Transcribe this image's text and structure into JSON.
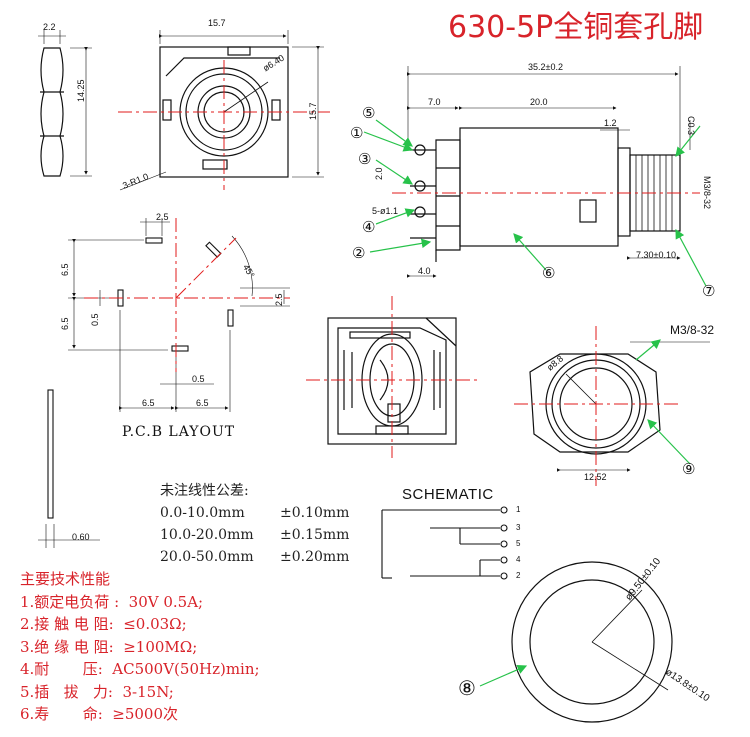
{
  "title": "630-5P全铜套孔脚",
  "dims": {
    "d2_2": "2.2",
    "d14_25": "14.25",
    "d15_7_top": "15.7",
    "d15_7_side": "15.7",
    "d6_40": "ø6.40",
    "r1_0": "3-R1.0",
    "d35_2": "35.2±0.2",
    "d7_0": "7.0",
    "d20_0": "20.0",
    "d1_2": "1.2",
    "c0_3": "C0.3",
    "d2_0": "2.0",
    "d5_1_1": "5-ø1.1",
    "d4_0": "4.0",
    "d7_30": "7.30±0.10",
    "dm3_8": "M3/8-32",
    "pcb_2_5a": "2.5",
    "pcb_6_5a": "6.5",
    "pcb_6_5b": "6.5",
    "pcb_0_5a": "0.5",
    "pcb_0_5b": "0.5",
    "pcb_2_5b": "2.5",
    "pcb_6_5c": "6.5",
    "pcb_6_5d": "6.5",
    "pcb_45": "45°",
    "pin_0_60": "0.60",
    "m3_8_32": "M3/8-32",
    "d8_8": "ø8.8",
    "d12_52": "12.52",
    "d9_50": "ø9.50±0.10",
    "d13_8": "ø13.8±0.10"
  },
  "circled": {
    "c1": "①",
    "c2": "②",
    "c3": "③",
    "c4": "④",
    "c5": "⑤",
    "c6": "⑥",
    "c7": "⑦",
    "c8": "⑧",
    "c9": "⑨"
  },
  "pcb_layout_label": "P.C.B LAYOUT",
  "schematic": {
    "title": "SCHEMATIC",
    "pins": [
      "1",
      "3",
      "5",
      "4",
      "2"
    ]
  },
  "tolerance": {
    "heading": "未注线性公差:",
    "rows": [
      {
        "range": "0.0-10.0mm",
        "tol": "±0.10mm"
      },
      {
        "range": "10.0-20.0mm",
        "tol": "±0.15mm"
      },
      {
        "range": "20.0-50.0mm",
        "tol": "±0.20mm"
      }
    ]
  },
  "specs": {
    "heading": "主要技术性能",
    "lines": [
      "1.额定电负荷 :  30V 0.5A;",
      "2.接 触 电 阻:  ≤0.03Ω;",
      "3.绝 缘 电 阻:  ≥100MΩ;",
      "4.耐       压:  AC500V(50Hz)min;",
      "5.插   拔   力:  3-15N;",
      "6.寿       命:  ≥5000次"
    ]
  },
  "colors": {
    "title": "#d8232a",
    "centerline": "#e21b1b",
    "leader": "#27c24a",
    "line": "#111111"
  }
}
